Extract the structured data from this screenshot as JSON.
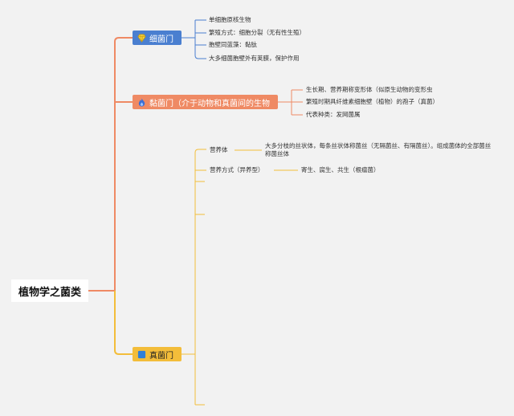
{
  "root": {
    "label": "植物学之菌类"
  },
  "branches": {
    "bacteria": {
      "label": "细菌门",
      "icon": "gem-icon",
      "color": "#4a7fd0",
      "items": [
        "单细胞原核生物",
        "繁殖方式：细胞分裂（无有性生殖）",
        "胞壁同蓝藻：黏肽",
        "大多细菌胞壁外有荚膜，保护作用"
      ]
    },
    "slime": {
      "label": "黏菌门（介于动物和真菌间的生物",
      "icon": "flame-icon",
      "color": "#ef8a64",
      "items": [
        "生长期、营养期称变形体（似原生动物的变形虫",
        "繁殖时期具纤维素细胞壁（植物）的孢子（真菌）",
        "代表种类：发网菌属"
      ]
    },
    "fungi": {
      "label": "真菌门",
      "icon": "square-icon",
      "color": "#f3bd3a",
      "items": [
        {
          "label": "营养体",
          "detail": "大多分枝的丝状体，每条丝状体称菌丝（无隔菌丝、有隔菌丝）。组成菌体的全部菌丝称菌丝体"
        },
        {
          "label": "营养方式（异养型）",
          "detail": "寄生、腐生、共生（根瘤菌）"
        }
      ]
    }
  }
}
